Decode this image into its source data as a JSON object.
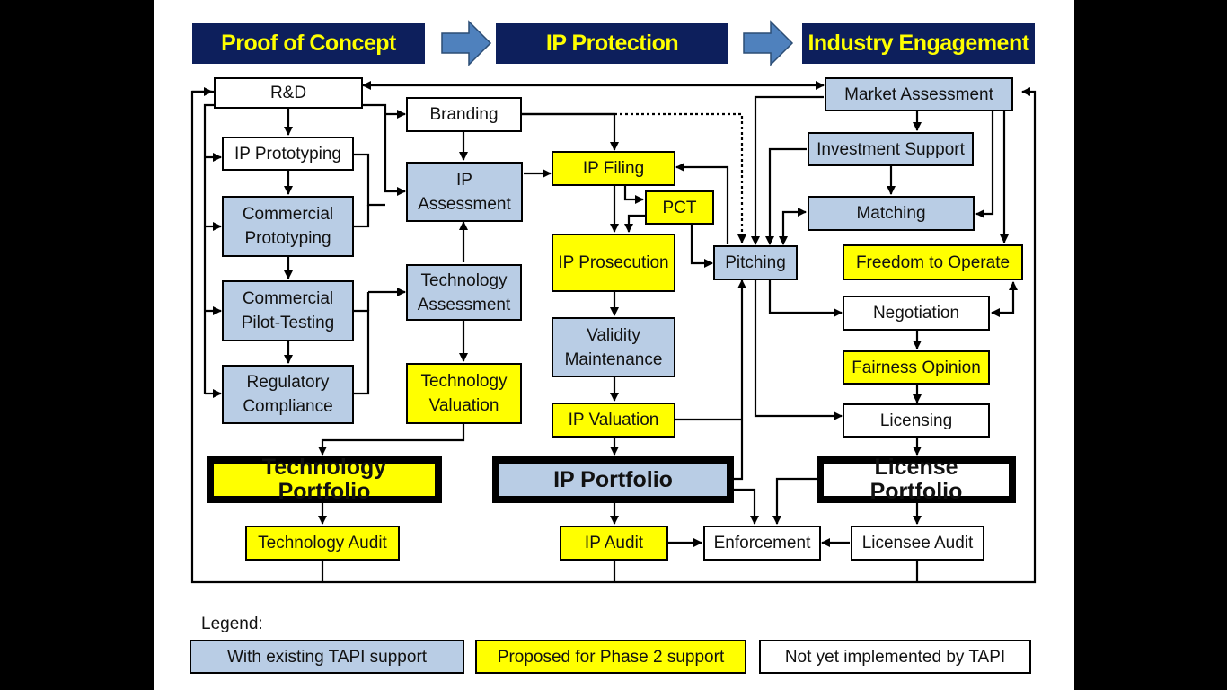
{
  "headers": {
    "proof_of_concept": "Proof of Concept",
    "ip_protection": "IP Protection",
    "industry_engagement": "Industry Engagement"
  },
  "boxes": {
    "rd": "R&D",
    "ip_prototyping": "IP Prototyping",
    "commercial_prototyping": "Commercial Prototyping",
    "commercial_pilot_testing": "Commercial Pilot-Testing",
    "regulatory_compliance": "Regulatory Compliance",
    "branding": "Branding",
    "ip_assessment": "IP Assessment",
    "technology_assessment": "Technology Assessment",
    "technology_valuation": "Technology Valuation",
    "ip_filing": "IP Filing",
    "pct": "PCT",
    "ip_prosecution": "IP Prosecution",
    "validity_maintenance": "Validity Maintenance",
    "ip_valuation": "IP Valuation",
    "pitching": "Pitching",
    "market_assessment": "Market Assessment",
    "investment_support": "Investment  Support",
    "matching": "Matching",
    "freedom_to_operate": "Freedom to Operate",
    "negotiation": "Negotiation",
    "fairness_opinion": "Fairness Opinion",
    "licensing": "Licensing",
    "technology_portfolio": "Technology Portfolio",
    "ip_portfolio": "IP Portfolio",
    "license_portfolio": "License Portfolio",
    "technology_audit": "Technology Audit",
    "ip_audit": "IP Audit",
    "enforcement": "Enforcement",
    "licensee_audit": "Licensee Audit"
  },
  "legend": {
    "title": "Legend:",
    "existing": "With existing  TAPI support",
    "proposed": "Proposed for Phase 2 support",
    "not_implemented": "Not yet implemented by TAPI"
  },
  "colors": {
    "header_bg": "#0d1f5c",
    "header_text": "#ffff00",
    "existing_support": "#b9cde5",
    "proposed_support": "#ffff00",
    "not_implemented": "#ffffff",
    "arrow_fill": "#4f81bd"
  }
}
